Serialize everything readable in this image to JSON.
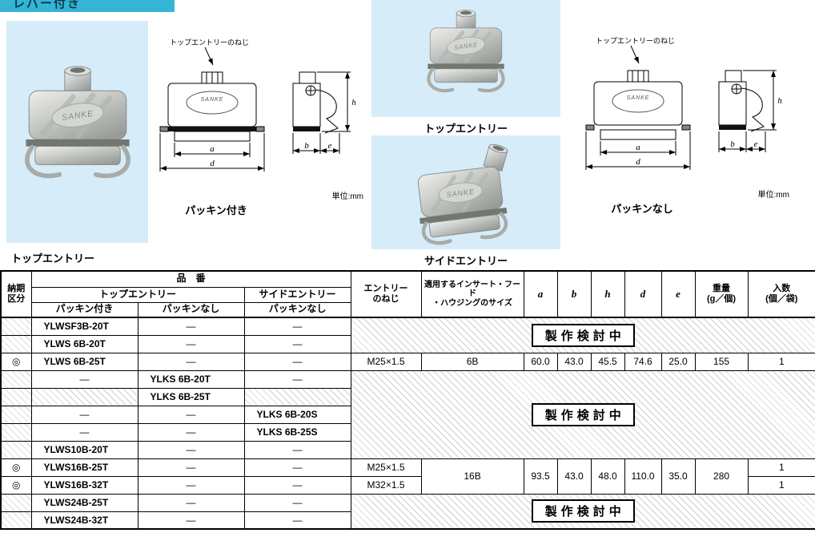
{
  "header": {
    "ribbon_label": "レバー付き"
  },
  "images": {
    "brand": "SANKE",
    "top_entry_label_left": "トップエントリー",
    "top_entry_label_mid": "トップエントリー",
    "side_entry_label": "サイドエントリー"
  },
  "drawing": {
    "annotation": "トップエントリーのねじ",
    "unit": "単位:mm",
    "caption_left": "パッキン付き",
    "caption_right": "パッキンなし",
    "dims": {
      "a": "a",
      "b": "b",
      "d": "d",
      "e": "e",
      "h": "h"
    }
  },
  "table": {
    "pending_label": "製作検討中",
    "headers": {
      "delivery": "納期\n区分",
      "part_no": "品　番",
      "top_entry": "トップエントリー",
      "side_entry": "サイドエントリー",
      "packing_with": "パッキン付き",
      "packing_without": "パッキンなし",
      "packing_without_side": "パッキンなし",
      "thread": "エントリー\nのねじ",
      "size": "適用するインサート・フード\n・ハウジングのサイズ",
      "dim_a": "a",
      "dim_b": "b",
      "dim_h": "h",
      "dim_d": "d",
      "dim_e": "e",
      "weight": "重量\n(g／個)",
      "qty": "入数\n(個／袋)"
    },
    "rows": [
      {
        "mark": "",
        "pn1": "YLWSF3B-20T",
        "pn2": "—",
        "pn3": "—"
      },
      {
        "mark": "",
        "pn1": "YLWS 6B-20T",
        "pn2": "—",
        "pn3": "—"
      },
      {
        "mark": "◎",
        "pn1": "YLWS 6B-25T",
        "pn2": "—",
        "pn3": "—",
        "thread": "M25×1.5",
        "size": "6B",
        "a": "60.0",
        "b": "43.0",
        "h": "45.5",
        "d": "74.6",
        "e": "25.0",
        "weight": "155",
        "qty": "1"
      },
      {
        "mark": "",
        "pn1": "—",
        "pn2": "YLKS 6B-20T",
        "pn3": "—"
      },
      {
        "mark": "",
        "pn1": "",
        "pn2": "YLKS 6B-25T",
        "pn3": ""
      },
      {
        "mark": "",
        "pn1": "—",
        "pn2": "—",
        "pn3": "YLKS 6B-20S"
      },
      {
        "mark": "",
        "pn1": "—",
        "pn2": "—",
        "pn3": "YLKS 6B-25S"
      },
      {
        "mark": "",
        "pn1": "YLWS10B-20T",
        "pn2": "—",
        "pn3": "—"
      },
      {
        "mark": "◎",
        "pn1": "YLWS16B-25T",
        "pn2": "—",
        "pn3": "—",
        "thread": "M25×1.5",
        "size": "16B",
        "a": "93.5",
        "b": "43.0",
        "h": "48.0",
        "d": "110.0",
        "e": "35.0",
        "weight": "280",
        "qty": "1"
      },
      {
        "mark": "◎",
        "pn1": "YLWS16B-32T",
        "pn2": "—",
        "pn3": "—",
        "thread": "M32×1.5",
        "qty": "1"
      },
      {
        "mark": "",
        "pn1": "YLWS24B-25T",
        "pn2": "—",
        "pn3": "—"
      },
      {
        "mark": "",
        "pn1": "YLWS24B-32T",
        "pn2": "—",
        "pn3": "—"
      }
    ]
  }
}
